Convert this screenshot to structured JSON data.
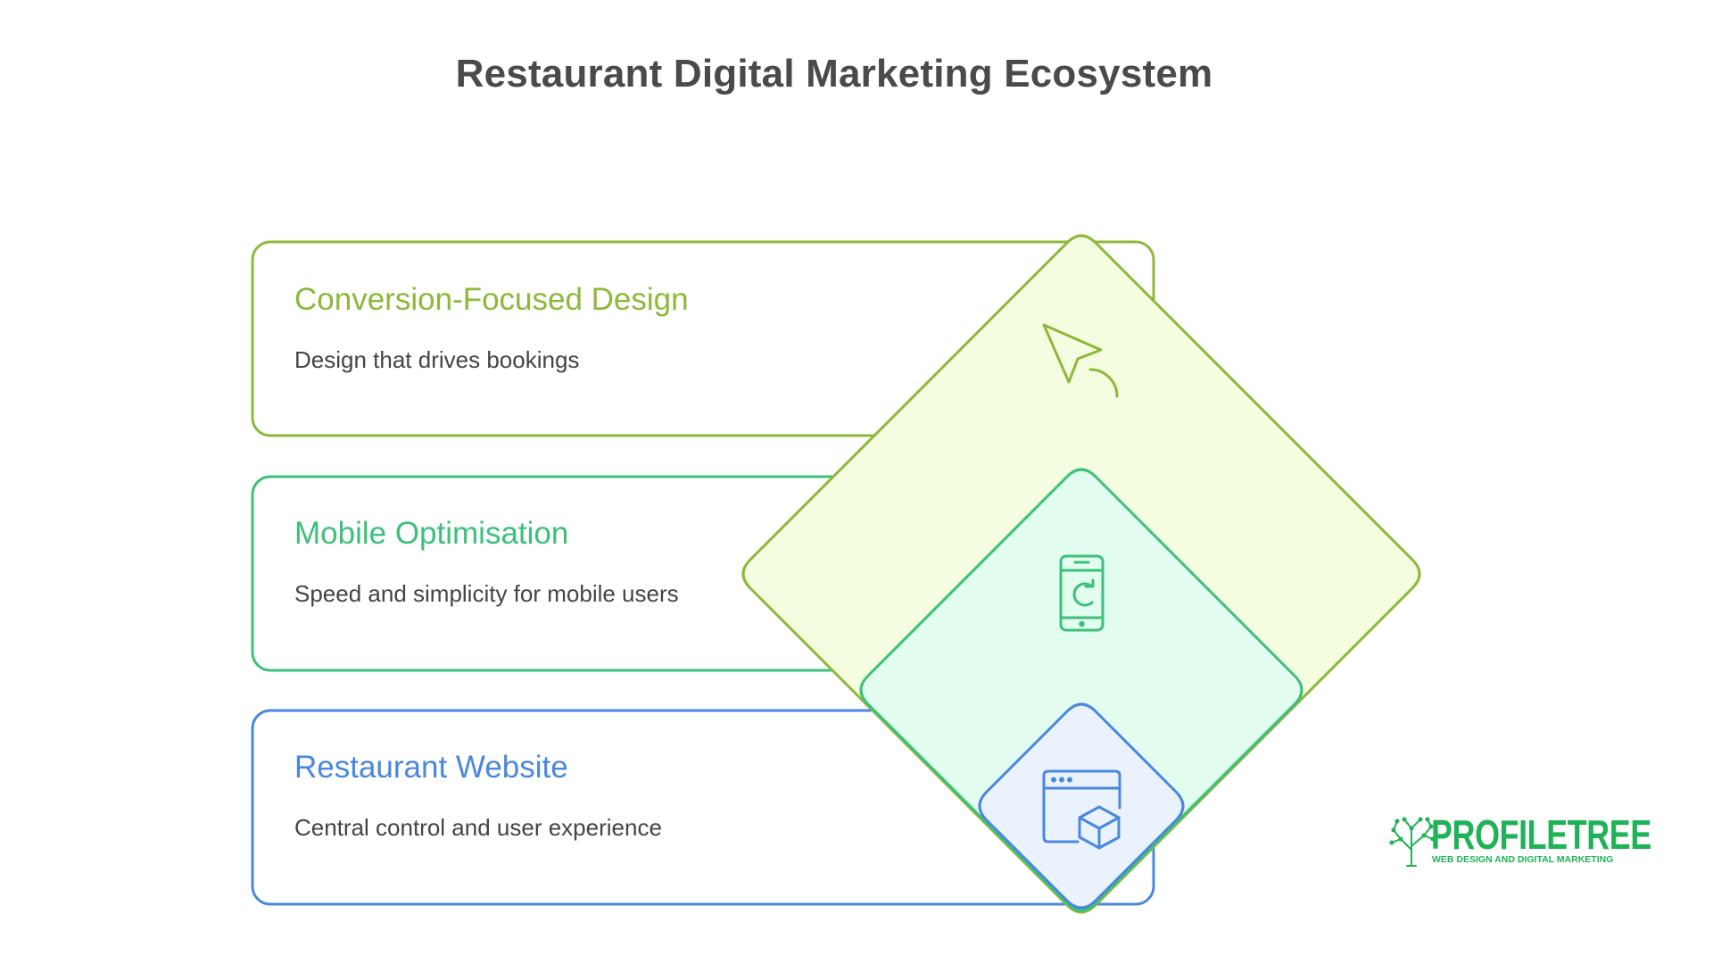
{
  "title": "Restaurant Digital Marketing Ecosystem",
  "layers": [
    {
      "heading": "Conversion-Focused Design",
      "description": "Design that drives bookings",
      "icon": "cursor-click-icon",
      "color": "#8db83a",
      "fill": "#f4fde0"
    },
    {
      "heading": "Mobile Optimisation",
      "description": "Speed and simplicity for mobile users",
      "icon": "mobile-refresh-icon",
      "color": "#3cc07a",
      "fill": "#e2fcef"
    },
    {
      "heading": "Restaurant Website",
      "description": "Central control and user experience",
      "icon": "browser-cube-icon",
      "color": "#4a87de",
      "fill": "#eaf3fd"
    }
  ],
  "logo": {
    "name": "PROFILETREE",
    "tagline": "WEB DESIGN AND DIGITAL MARKETING",
    "color": "#1fb257"
  }
}
